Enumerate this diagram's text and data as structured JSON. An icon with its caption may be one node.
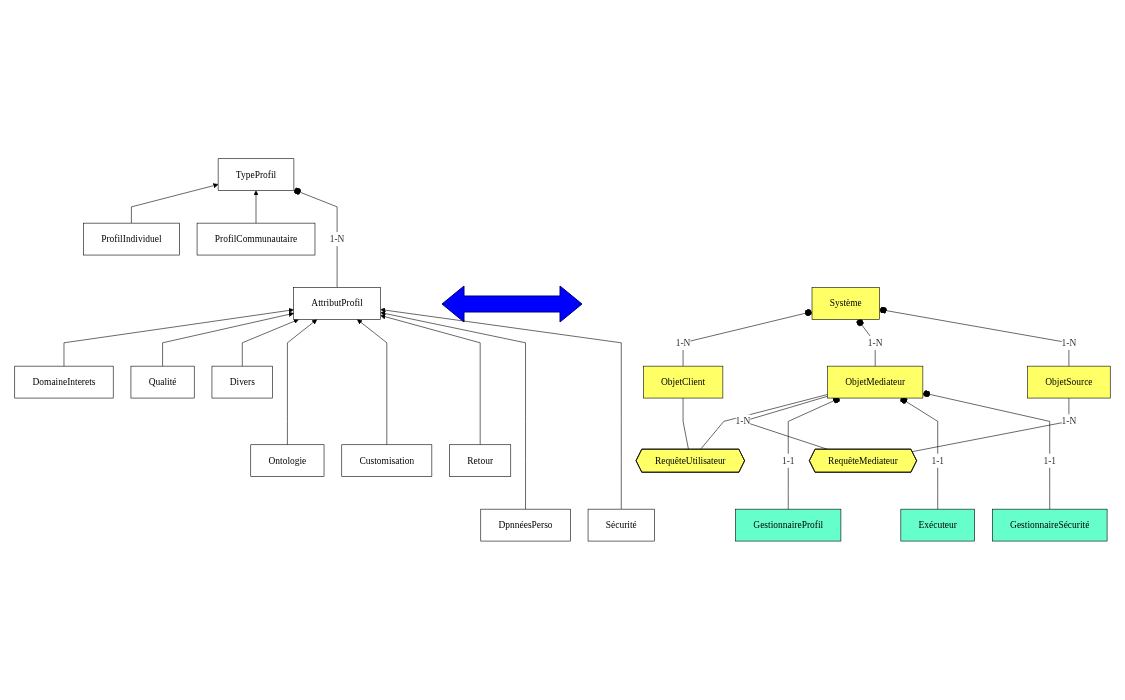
{
  "diagram": {
    "nodes": [
      {
        "text": [
          "TypeProfil"
        ]
      },
      {
        "text": [
          "ProfilIndividuel"
        ]
      },
      {
        "text": [
          "ProfilCommunautaire"
        ]
      },
      {
        "text": [
          "AttributProfil"
        ]
      },
      {
        "text": [
          "DomaineInterets"
        ]
      },
      {
        "text": [
          "Qualité"
        ]
      },
      {
        "text": [
          "Divers"
        ]
      },
      {
        "text": [
          "Ontologie"
        ]
      },
      {
        "text": [
          "Customisation"
        ]
      },
      {
        "text": [
          "Retour"
        ]
      },
      {
        "text": [
          "DpnnéesPerso"
        ]
      },
      {
        "text": [
          "Sécurité"
        ]
      },
      {
        "text": [
          "Système"
        ]
      },
      {
        "text": [
          "ObjetClient"
        ]
      },
      {
        "text": [
          "ObjetMediateur"
        ]
      },
      {
        "text": [
          "ObjetSource"
        ]
      },
      {
        "text": [
          "RequêteUtilisateur"
        ]
      },
      {
        "text": [
          "RequêteMediateur"
        ]
      },
      {
        "text": [
          "GestionnaireProfil"
        ]
      },
      {
        "text": [
          "Exécuteur"
        ]
      },
      {
        "text": [
          "GestionnaireSécurité"
        ]
      }
    ],
    "edges": [
      {
        "from": 1,
        "to": 0,
        "arrow": "to"
      },
      {
        "from": 2,
        "to": 0,
        "arrow": "to"
      },
      {
        "from": 3,
        "to": 0,
        "arrow": "other",
        "label": "1-N"
      },
      {
        "from": 4,
        "to": 3,
        "arrow": "to"
      },
      {
        "from": 5,
        "to": 3,
        "arrow": "to"
      },
      {
        "from": 6,
        "to": 3,
        "arrow": "to"
      },
      {
        "from": 7,
        "to": 3,
        "arrow": "to"
      },
      {
        "from": 8,
        "to": 3,
        "arrow": "to"
      },
      {
        "from": 9,
        "to": 3,
        "arrow": "to"
      },
      {
        "from": 10,
        "to": 3,
        "arrow": "to"
      },
      {
        "from": 11,
        "to": 3,
        "arrow": "to"
      },
      {
        "from": 13,
        "to": 12,
        "arrow": "other",
        "label": "1-N"
      },
      {
        "from": 14,
        "to": 12,
        "arrow": "other",
        "label": "1-N"
      },
      {
        "from": 15,
        "to": 12,
        "arrow": "other",
        "label": "1-N"
      },
      {
        "from": 16,
        "to": 13,
        "arrow": "none"
      },
      {
        "from": 16,
        "to": 14,
        "arrow": "none"
      },
      {
        "from": 17,
        "to": 14,
        "arrow": "none",
        "label": "1-N"
      },
      {
        "from": 17,
        "to": 15,
        "arrow": "none",
        "label": "1-N"
      },
      {
        "from": 18,
        "to": 14,
        "arrow": "other",
        "label": "1-1"
      },
      {
        "from": 19,
        "to": 14,
        "arrow": "other",
        "label": "1-1"
      },
      {
        "from": 20,
        "to": 14,
        "arrow": "other",
        "label": "1-1"
      }
    ]
  }
}
